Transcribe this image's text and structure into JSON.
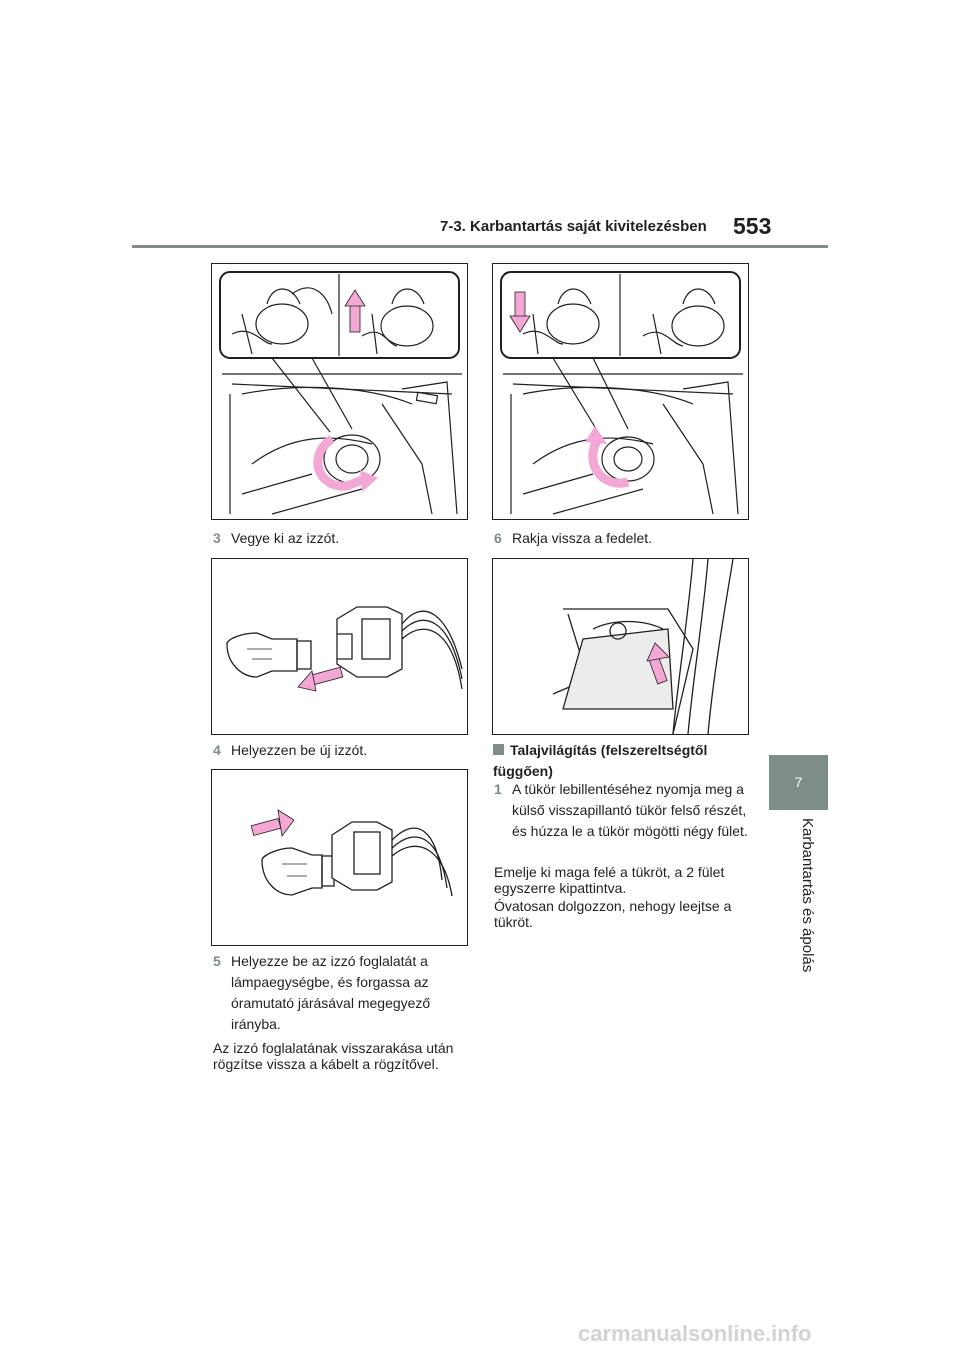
{
  "header": {
    "section_title": "7-3. Karbantartás saját kivitelezésben",
    "page_number": "553"
  },
  "side_tab": {
    "chapter_number": "7",
    "chapter_title": "Karbantartás és ápolás"
  },
  "left_column": {
    "step3": {
      "number": "3",
      "text": "Vegye ki az izzót."
    },
    "step4": {
      "number": "4",
      "text": "Helyezzen be új izzót."
    },
    "step5": {
      "number": "5",
      "text": "Helyezze be az izzó foglalatát a lámpaegységbe, és forgassa az óramutató járásával megegyező irányba."
    },
    "note": "Az izzó foglalatának visszarakása után rögzítse vissza a kábelt a rögzítővel."
  },
  "right_column": {
    "step6": {
      "number": "6",
      "text": "Rakja vissza a fedelet."
    },
    "section_heading": "Talajvilágítás (felszereltségtől függően)",
    "step1": {
      "number": "1",
      "text": "A tükör lebillentéséhez nyomja meg a külső visszapillantó tükör felső részét, és húzza le a tükör mögötti négy fület."
    },
    "para1": "Emelje ki maga felé a tükröt, a 2 fület egyszerre kipattintva.",
    "para2": "Óvatosan dolgozzon, nehogy leejtse a tükröt."
  },
  "watermark": "carmanualsonline.info",
  "colors": {
    "accent_gray": "#7e8c8a",
    "arrow_pink": "#f2a7d4",
    "line": "#231f20"
  }
}
